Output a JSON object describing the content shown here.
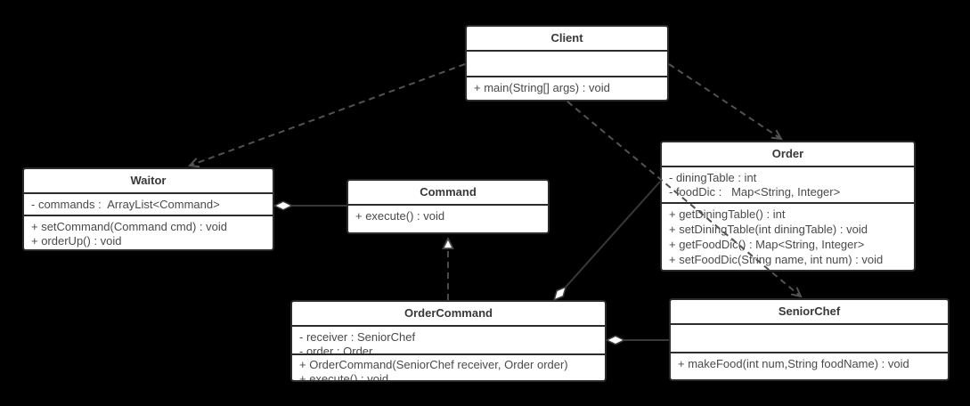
{
  "diagram": {
    "kind": "uml-class-diagram",
    "background_color": "#000000",
    "box_fill": "#ffffff",
    "border_color": "#2b2b2b",
    "text_color": "#4a4a4a",
    "edge_color": "#4d4d4d"
  },
  "classes": [
    {
      "name": "Client",
      "fields": [],
      "methods": [
        "+ main(String[] args) : void"
      ]
    },
    {
      "name": "Waitor",
      "fields": [
        "- commands :  ArrayList<Command>"
      ],
      "methods": [
        "+ setCommand(Command cmd) : void",
        "+ orderUp() : void"
      ]
    },
    {
      "name": "Command",
      "fields": [],
      "methods": [
        "+ execute() : void"
      ]
    },
    {
      "name": "Order",
      "fields": [
        "- diningTable : int",
        "- foodDic :   Map<String, Integer>"
      ],
      "methods": [
        "+ getDiningTable() : int",
        "+ setDiningTable(int diningTable) : void",
        "+ getFoodDic() : Map<String, Integer>",
        "+ setFoodDic(String name, int num) : void"
      ]
    },
    {
      "name": "OrderCommand",
      "fields": [
        "- receiver : SeniorChef",
        "- order : Order"
      ],
      "methods": [
        "+ OrderCommand(SeniorChef receiver, Order order)",
        "+ execute() : void"
      ]
    },
    {
      "name": "SeniorChef",
      "fields": [],
      "methods": [
        "+ makeFood(int num,String foodName) : void"
      ]
    }
  ],
  "relationships": [
    {
      "from": "Client",
      "to": "Waitor",
      "type": "dependency"
    },
    {
      "from": "Client",
      "to": "Order",
      "type": "dependency"
    },
    {
      "from": "Client",
      "to": "SeniorChef",
      "type": "dependency"
    },
    {
      "from": "Waitor",
      "to": "Command",
      "type": "aggregation"
    },
    {
      "from": "OrderCommand",
      "to": "Command",
      "type": "realization"
    },
    {
      "from": "OrderCommand",
      "to": "Order",
      "type": "aggregation"
    },
    {
      "from": "OrderCommand",
      "to": "SeniorChef",
      "type": "aggregation"
    }
  ]
}
